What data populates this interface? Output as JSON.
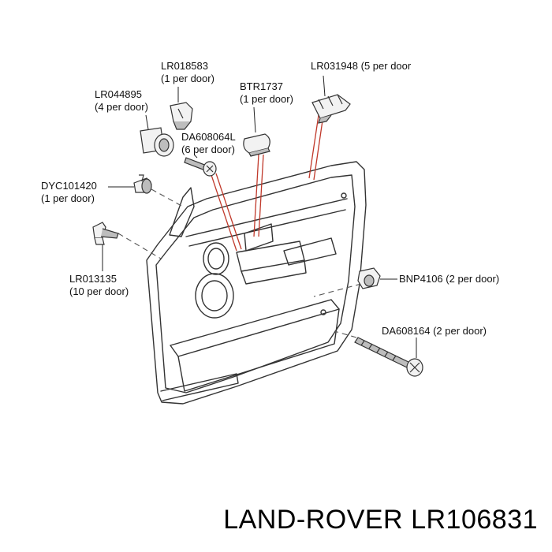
{
  "colors": {
    "line": "#333333",
    "leader_red": "#c0392b",
    "part_fill": "#f2f2f2",
    "part_shade": "#bdbdbd",
    "text": "#111111"
  },
  "parts": [
    {
      "id": "LR018583",
      "qty": "(1 per door)"
    },
    {
      "id": "LR044895",
      "qty": "(4 per door)"
    },
    {
      "id": "BTR1737",
      "qty": "(1 per door)"
    },
    {
      "id": "LR031948",
      "qty": "(5 per door"
    },
    {
      "id": "DA608064L",
      "qty": "(6 per door)"
    },
    {
      "id": "DYC101420",
      "qty": "(1 per door)"
    },
    {
      "id": "LR013135",
      "qty": "(10 per door)"
    },
    {
      "id": "BNP4106",
      "qty": "(2 per door)"
    },
    {
      "id": "DA608164",
      "qty": "(2 per door)"
    }
  ],
  "footer": {
    "brand": "LAND-ROVER",
    "part_number": "LR106831"
  }
}
